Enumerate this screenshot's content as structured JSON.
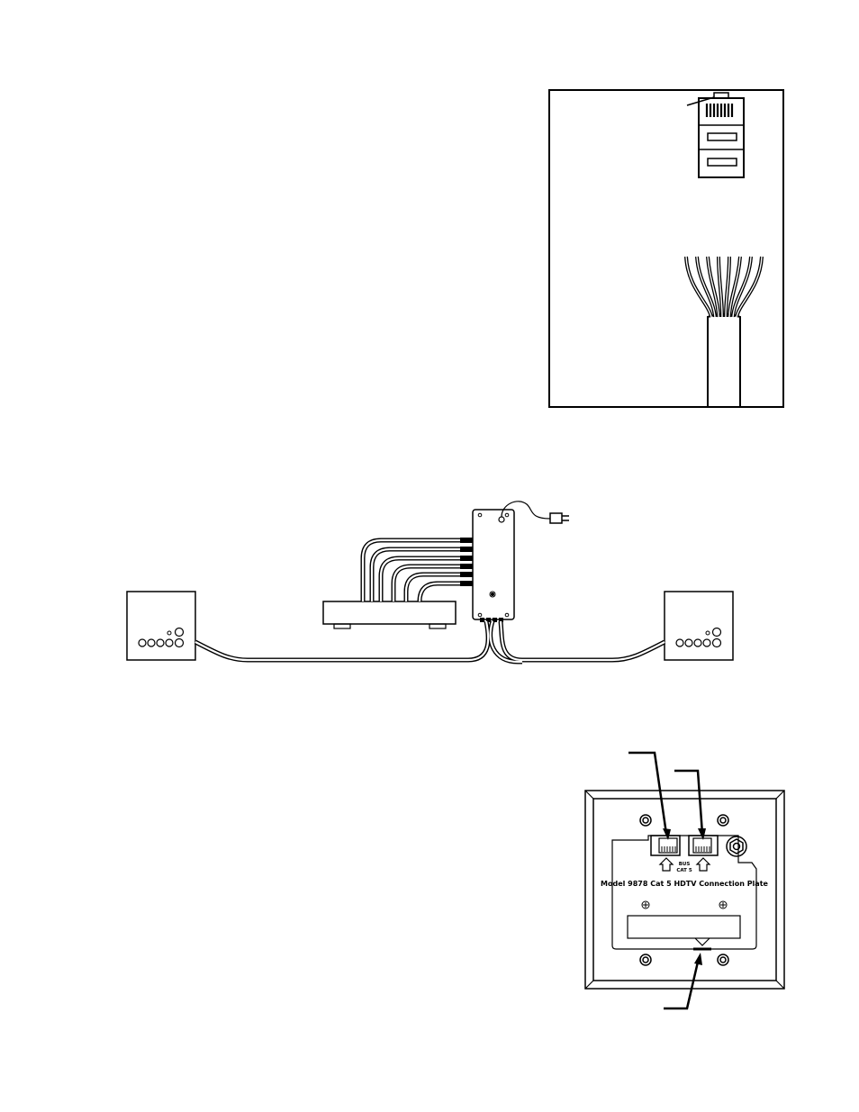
{
  "plate": {
    "model_label": "Model 9878 Cat 5 HDTV Connection Plate",
    "bus_label_top": "BUS",
    "bus_label_bottom": "CAT 5"
  }
}
